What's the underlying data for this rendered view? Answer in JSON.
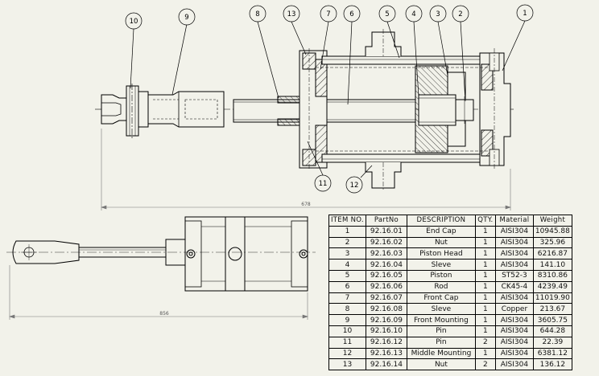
{
  "colors": {
    "background": "#f2f2ea",
    "line": "#000000",
    "hidden_line": "#444444",
    "dimension": "#777777"
  },
  "section_view": {
    "callouts": [
      "10",
      "9",
      "8",
      "13",
      "7",
      "6",
      "5",
      "4",
      "3",
      "2",
      "1",
      "11",
      "12"
    ],
    "dimension": "678"
  },
  "front_view": {
    "dimension": "856"
  },
  "bom": {
    "headers": [
      "ITEM NO.",
      "PartNo",
      "DESCRIPTION",
      "QTY.",
      "Material",
      "Weight"
    ],
    "rows": [
      [
        "1",
        "92.16.01",
        "End Cap",
        "1",
        "AISI304",
        "10945.88"
      ],
      [
        "2",
        "92.16.02",
        "Nut",
        "1",
        "AISI304",
        "325.96"
      ],
      [
        "3",
        "92.16.03",
        "Piston Head",
        "1",
        "AISI304",
        "6216.87"
      ],
      [
        "4",
        "92.16.04",
        "Sleve",
        "1",
        "AISI304",
        "141.10"
      ],
      [
        "5",
        "92.16.05",
        "Piston",
        "1",
        "ST52-3",
        "8310.86"
      ],
      [
        "6",
        "92.16.06",
        "Rod",
        "1",
        "CK45-4",
        "4239.49"
      ],
      [
        "7",
        "92.16.07",
        "Front Cap",
        "1",
        "AISI304",
        "11019.90"
      ],
      [
        "8",
        "92.16.08",
        "Sleve",
        "1",
        "Copper",
        "213.67"
      ],
      [
        "9",
        "92.16.09",
        "Front Mounting",
        "1",
        "AISI304",
        "3605.75"
      ],
      [
        "10",
        "92.16.10",
        "Pin",
        "1",
        "AISI304",
        "644.28"
      ],
      [
        "11",
        "92.16.12",
        "Pin",
        "2",
        "AISI304",
        "22.39"
      ],
      [
        "12",
        "92.16.13",
        "Middle Mounting",
        "1",
        "AISI304",
        "6381.12"
      ],
      [
        "13",
        "92.16.14",
        "Nut",
        "2",
        "AISI304",
        "136.12"
      ]
    ]
  }
}
